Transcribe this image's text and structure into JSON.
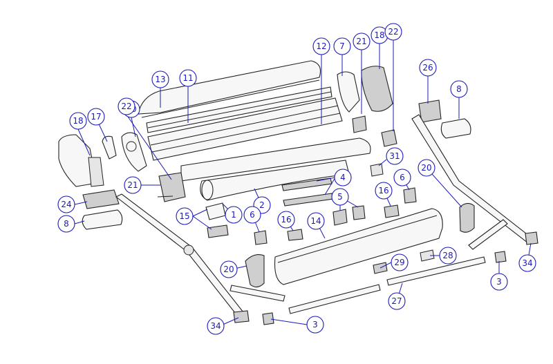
{
  "diagram": {
    "callouts": [
      {
        "id": "c13",
        "label": "13"
      },
      {
        "id": "c11",
        "label": "11"
      },
      {
        "id": "c12",
        "label": "12"
      },
      {
        "id": "c7",
        "label": "7"
      },
      {
        "id": "c21a",
        "label": "21"
      },
      {
        "id": "c18a",
        "label": "18"
      },
      {
        "id": "c22a",
        "label": "22"
      },
      {
        "id": "c26",
        "label": "26"
      },
      {
        "id": "c8a",
        "label": "8"
      },
      {
        "id": "c17",
        "label": "17"
      },
      {
        "id": "c10",
        "label": "10"
      },
      {
        "id": "c22b",
        "label": "22"
      },
      {
        "id": "c18b",
        "label": "18"
      },
      {
        "id": "c31",
        "label": "31"
      },
      {
        "id": "c21b",
        "label": "21"
      },
      {
        "id": "c4",
        "label": "4"
      },
      {
        "id": "c24",
        "label": "24"
      },
      {
        "id": "c15",
        "label": "15"
      },
      {
        "id": "c1",
        "label": "1"
      },
      {
        "id": "c2",
        "label": "2"
      },
      {
        "id": "c8b",
        "label": "8"
      },
      {
        "id": "c6a",
        "label": "6"
      },
      {
        "id": "c16a",
        "label": "16"
      },
      {
        "id": "c5",
        "label": "5"
      },
      {
        "id": "c16b",
        "label": "16"
      },
      {
        "id": "c6b",
        "label": "6"
      },
      {
        "id": "c20a",
        "label": "20"
      },
      {
        "id": "c14",
        "label": "14"
      },
      {
        "id": "c20b",
        "label": "20"
      },
      {
        "id": "c29",
        "label": "29"
      },
      {
        "id": "c28",
        "label": "28"
      },
      {
        "id": "c34a",
        "label": "34"
      },
      {
        "id": "c3a",
        "label": "3"
      },
      {
        "id": "c27",
        "label": "27"
      },
      {
        "id": "c3b",
        "label": "3"
      },
      {
        "id": "c34b",
        "label": "34"
      }
    ]
  }
}
